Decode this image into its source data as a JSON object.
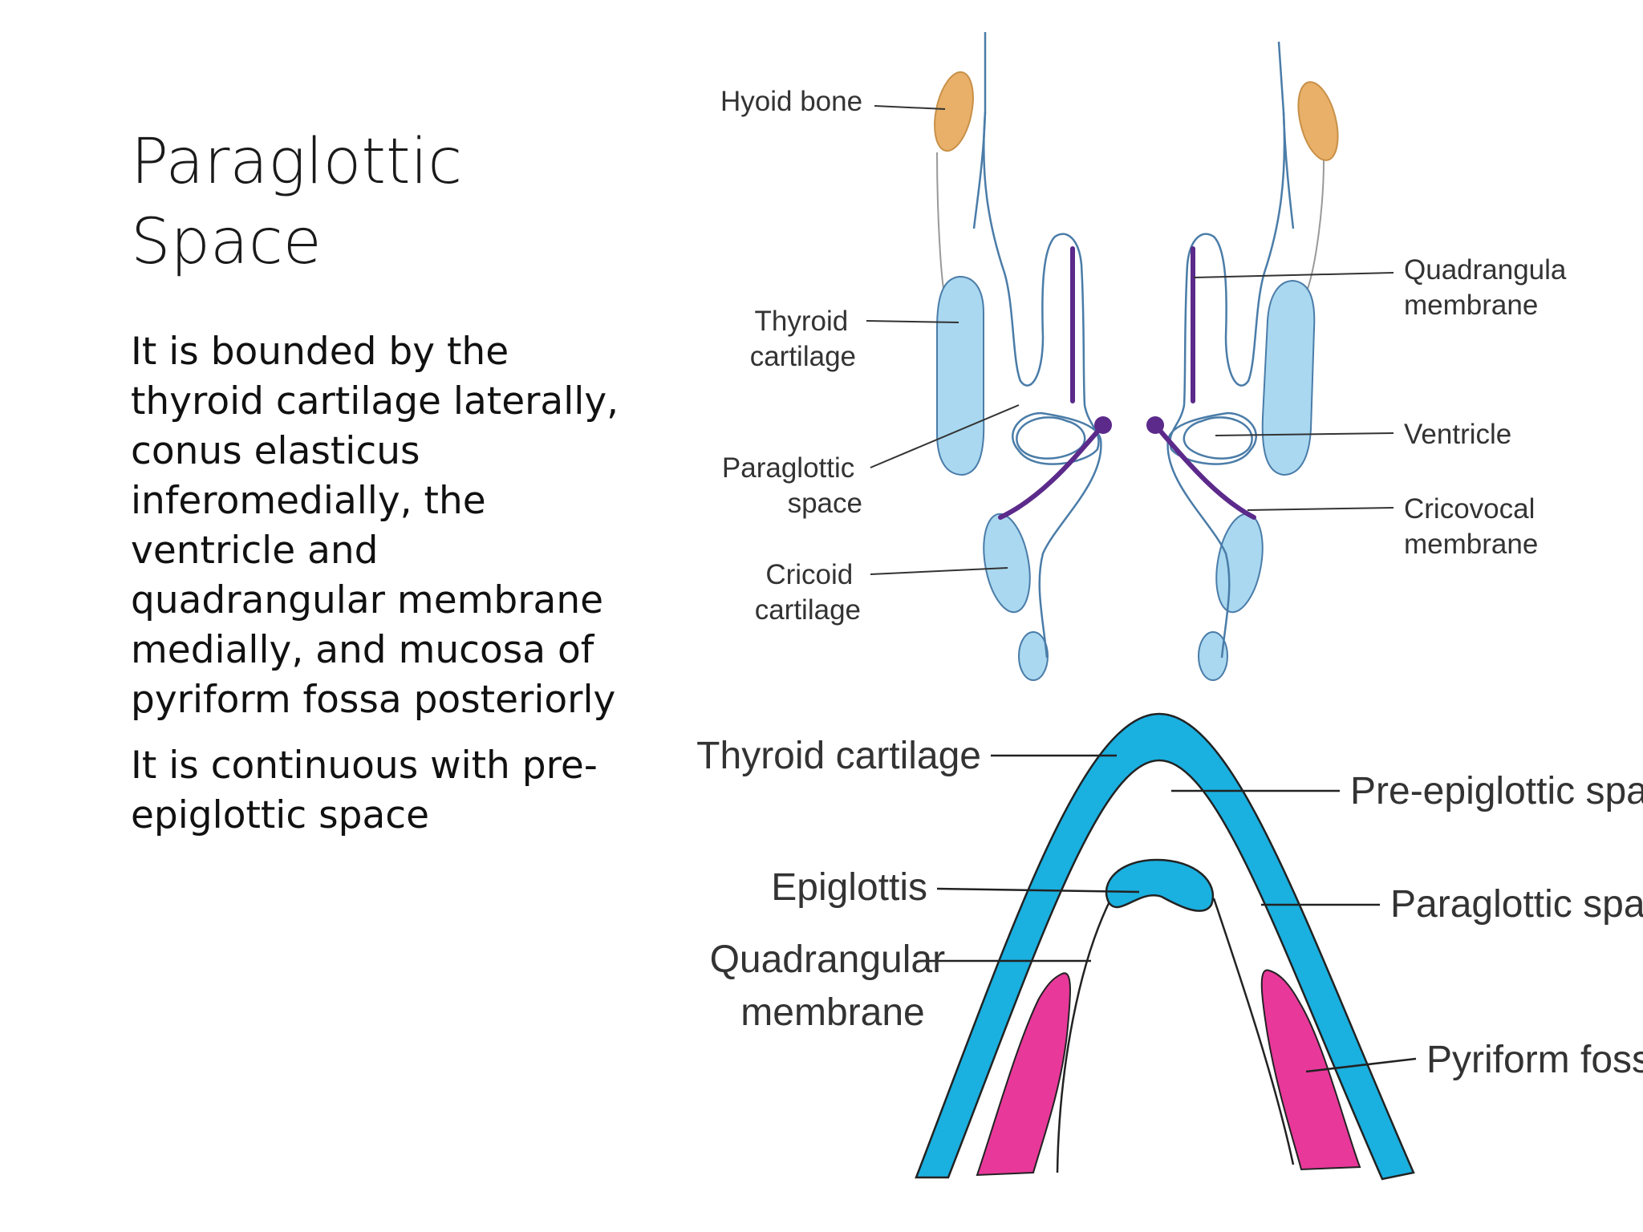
{
  "title": [
    "Paraglottic",
    "Space"
  ],
  "paragraphs": [
    [
      "It is bounded by the",
      "thyroid cartilage laterally,",
      "conus elasticus",
      "inferomedially, the",
      "ventricle and",
      "quadrangular membrane",
      "medially, and mucosa of",
      "pyriform fossa posteriorly"
    ],
    [
      "It is continuous with pre-",
      "epiglottic space"
    ]
  ],
  "coronal_labels": {
    "hyoid_bone": "Hyoid bone",
    "thyroid_cartilage": [
      "Thyroid",
      "cartilage"
    ],
    "paraglottic_space": [
      "Paraglottic",
      "space"
    ],
    "cricoid_cartilage": [
      "Cricoid",
      "cartilage"
    ],
    "quadrangular_membrane": [
      "Quadrangula",
      "membrane"
    ],
    "ventricle": "Ventricle",
    "cricovocal_membrane": [
      "Cricovocal",
      "membrane"
    ]
  },
  "axial_labels": {
    "thyroid_cartilage": "Thyroid cartilage",
    "pre_epiglottic_space": "Pre-epiglottic space",
    "epiglottis": "Epiglottis",
    "paraglottic_space": "Paraglottic space",
    "quadrangular_membrane": [
      "Quadrangular",
      "membrane"
    ],
    "pyriform_fossa": "Pyriform fossa"
  },
  "colors": {
    "cartilage_blue": "#a9d8f0",
    "thyroid_blue": "#1ab0e0",
    "bone_tan": "#e8b068",
    "membrane_purple": "#5b2a8a",
    "fossa_pink": "#e8389a",
    "outline": "#4a7ca8"
  }
}
